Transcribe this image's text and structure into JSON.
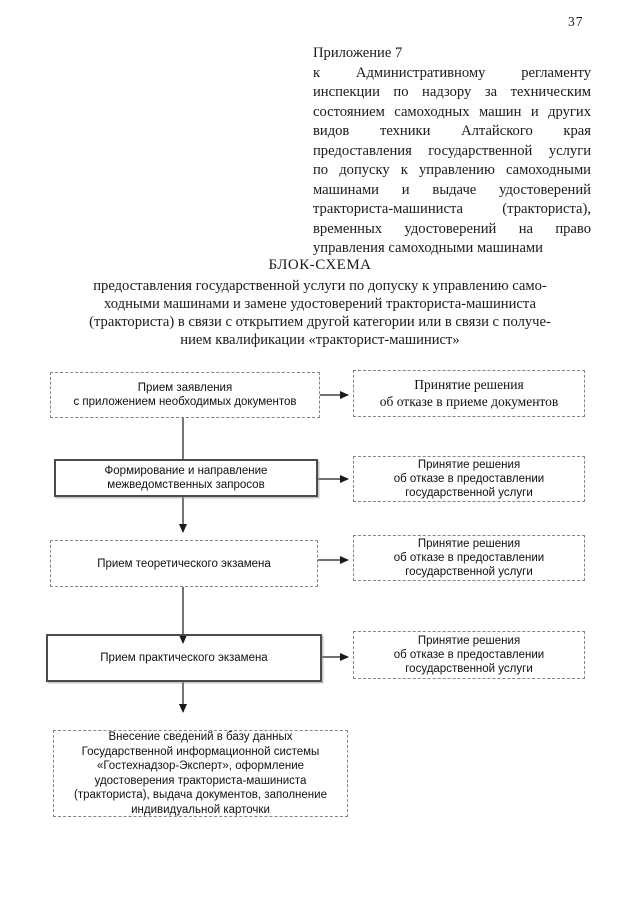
{
  "page": {
    "number": "37"
  },
  "appendix": {
    "lines": [
      "Приложение 7",
      "к Административному регламенту",
      "инспекции по надзору за техническим",
      "состоянием самоходных машин и других",
      "видов техники Алтайского края",
      "предоставления государственной услуги",
      "по допуску к управлению самоходными",
      "машинами и выдаче удостоверений",
      "тракториста-машиниста (тракториста),",
      "временных удостоверений на право",
      "управления самоходными машинами"
    ]
  },
  "schema": {
    "title": "БЛОК-СХЕМА",
    "subtitle_lines": [
      "предоставления государственной услуги по допуску к управлению само-",
      "ходными машинами и замене удостоверений тракториста-машиниста",
      "(тракториста) в связи с открытием другой категории или в связи с получе-",
      "нием квалификации «тракторист-машинист»"
    ]
  },
  "flowchart": {
    "steps": [
      {
        "lines": [
          "Прием заявления",
          "с приложением необходимых документов"
        ]
      },
      {
        "lines": [
          "Формирование и направление",
          "межведомственных запросов"
        ]
      },
      {
        "lines": [
          "Прием теоретического экзамена"
        ]
      },
      {
        "lines": [
          "Прием практического экзамена"
        ]
      },
      {
        "lines": [
          "Внесение сведений в базу данных",
          "Государственной информационной системы",
          "«Гостехнадзор-Эксперт», оформление",
          "удостоверения тракториста-машиниста",
          "(тракториста), выдача документов, заполнение",
          "индивидуальной карточки"
        ]
      }
    ],
    "outcomes": [
      {
        "lines": [
          "Принятие решения",
          "об отказе в приеме документов"
        ]
      },
      {
        "lines": [
          "Принятие решения",
          "об отказе в предоставлении",
          "государственной услуги"
        ]
      },
      {
        "lines": [
          "Принятие решения",
          "об отказе в предоставлении",
          "государственной услуги"
        ]
      },
      {
        "lines": [
          "Принятие решения",
          "об отказе в предоставлении",
          "государственной услуги"
        ]
      }
    ]
  }
}
